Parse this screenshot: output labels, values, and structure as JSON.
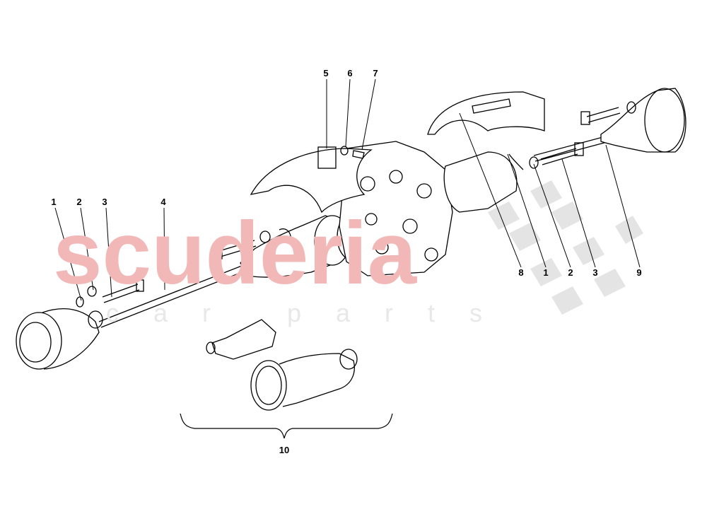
{
  "watermark": {
    "brand": "scuderia",
    "sub": "car parts",
    "color": "#f2b8b8"
  },
  "callouts": [
    {
      "id": "left-1",
      "label": "1"
    },
    {
      "id": "left-2",
      "label": "2"
    },
    {
      "id": "left-3",
      "label": "3"
    },
    {
      "id": "left-4",
      "label": "4"
    },
    {
      "id": "top-5",
      "label": "5"
    },
    {
      "id": "top-6",
      "label": "6"
    },
    {
      "id": "top-7",
      "label": "7"
    },
    {
      "id": "right-8",
      "label": "8"
    },
    {
      "id": "right-1",
      "label": "1"
    },
    {
      "id": "right-2",
      "label": "2"
    },
    {
      "id": "right-3",
      "label": "3"
    },
    {
      "id": "right-9",
      "label": "9"
    },
    {
      "id": "kit-10",
      "label": "10"
    }
  ]
}
